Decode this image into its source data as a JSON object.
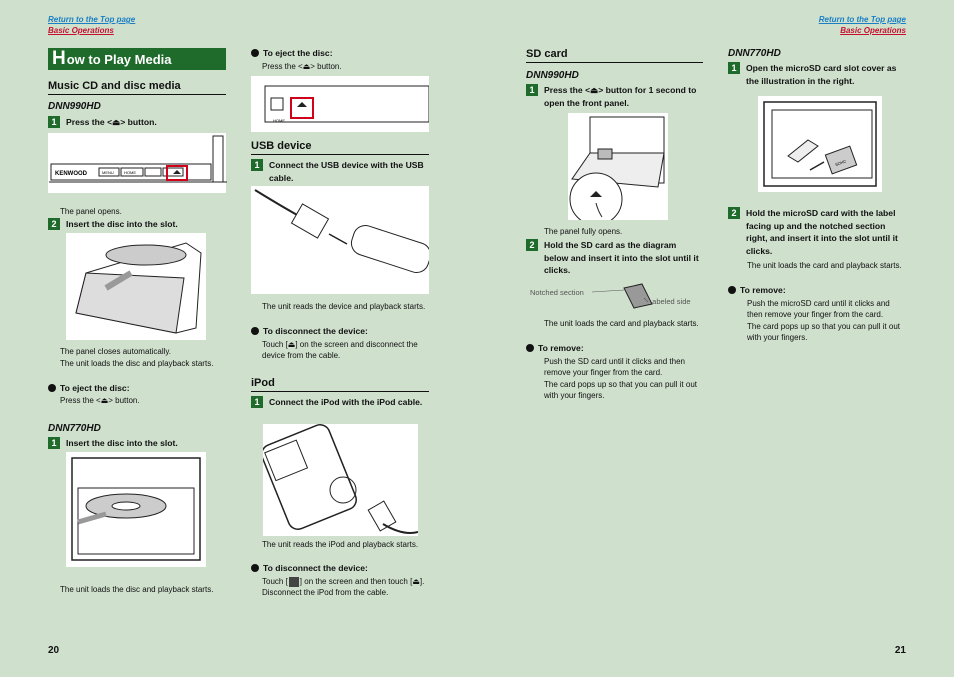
{
  "left": {
    "top_link": "Return to the Top page",
    "top_sub": "Basic Operations",
    "page_num": "20"
  },
  "right": {
    "top_link": "Return to the Top page",
    "top_sub": "Basic Operations",
    "page_num": "21"
  },
  "banner": {
    "cap": "H",
    "rest": "ow to Play Media"
  },
  "music": {
    "title": "Music CD and disc media",
    "model1": "DNN990HD",
    "s1": "Press the <⏏> button.",
    "panel_opens": "The panel opens.",
    "s2": "Insert the disc into the slot.",
    "closes": "The panel closes automatically.",
    "loads": "The unit loads the disc and playback starts.",
    "eject_title": "To eject the disc:",
    "eject_text": "Press the <⏏> button.",
    "model2": "DNN770HD",
    "s3": "Insert the disc into the slot.",
    "loads2": "The unit loads the disc and playback starts."
  },
  "col2": {
    "eject_title": "To eject the disc:",
    "eject_text": "Press the <⏏> button.",
    "usb_title": "USB device",
    "usb_s1": "Connect the USB device with the USB cable.",
    "usb_reads": "The unit reads the device and playback starts.",
    "usb_disc_title": "To disconnect the device:",
    "usb_disc_text": "Touch [⏏] on the screen and disconnect the device from the cable.",
    "ipod_title": "iPod",
    "ipod_s1": "Connect the iPod with the iPod cable.",
    "ipod_reads": "The unit reads the iPod and playback starts.",
    "ipod_disc_title": "To disconnect the device:",
    "ipod_disc_text1": "Touch [",
    "ipod_disc_text2": "] on the screen and then touch [⏏]. Disconnect the iPod from the cable."
  },
  "sd": {
    "title": "SD card",
    "model1": "DNN990HD",
    "s1": "Press the <⏏> button for 1 second to open the front panel.",
    "opens": "The panel fully opens.",
    "s2": "Hold the SD card as the diagram below and insert it into the slot until it clicks.",
    "notched": "Notched section",
    "labeled": "Labeled side",
    "loads": "The unit loads the card and playback starts.",
    "remove_title": "To remove:",
    "remove_text": "Push the SD card until it clicks and then remove your finger from the card.",
    "pops": "The card pops up so that you can pull it out with your fingers."
  },
  "col4": {
    "model": "DNN770HD",
    "s1": "Open the microSD card slot cover as the illustration in the right.",
    "s2": "Hold the microSD card with the label facing up and the notched section right, and insert it into the slot until it clicks.",
    "loads": "The unit loads the card and playback starts.",
    "remove_title": "To remove:",
    "remove_text": "Push the microSD card until it clicks and then remove your finger from the card.",
    "pops": "The card pops up so that you can pull it out with your fingers."
  },
  "labels": {
    "kenwood": "KENWOOD",
    "menu": "MENU",
    "home": "HOME",
    "sdhc": "SDHC"
  },
  "nums": {
    "one": "1",
    "two": "2"
  }
}
